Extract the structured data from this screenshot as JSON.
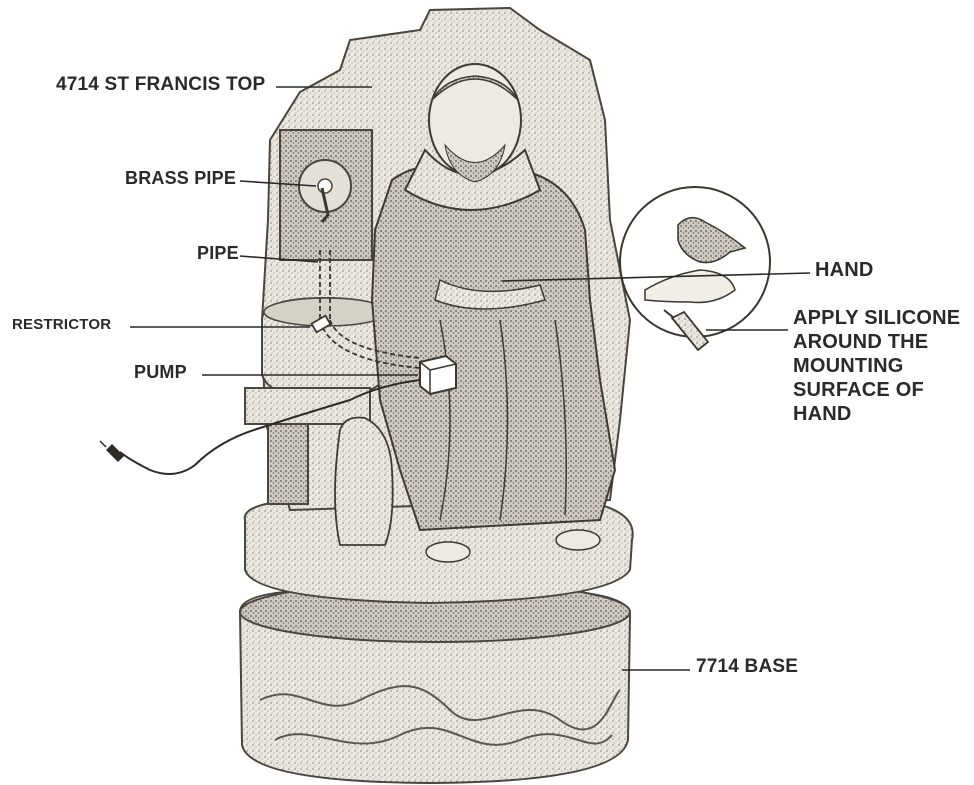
{
  "labels": {
    "top": "4714 ST FRANCIS TOP",
    "brass_pipe": "BRASS PIPE",
    "pipe": "PIPE",
    "restrictor": "RESTRICTOR",
    "pump": "PUMP",
    "hand": "HAND",
    "silicone": "APPLY SILICONE AROUND THE MOUNTING SURFACE OF HAND",
    "base": "7714 BASE"
  },
  "colors": {
    "ink": "#2a2a2a",
    "stone": "#e9e6e0",
    "stone_dark": "#6f6a62",
    "background": "#ffffff"
  },
  "icons": [
    "statue-illustration",
    "bird-in-hand-detail",
    "silicone-tube-icon",
    "pump-box-icon",
    "restrictor-icon",
    "power-plug-icon"
  ]
}
